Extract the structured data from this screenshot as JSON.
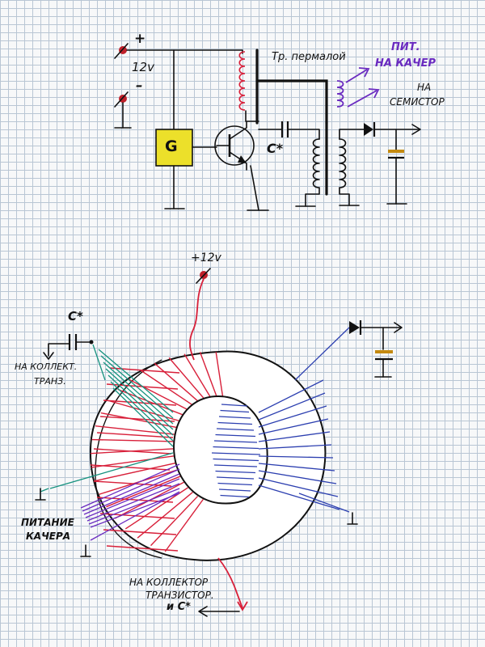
{
  "colors": {
    "ink": "#111111",
    "primary_winding": "#d8203a",
    "secondary_winding": "#2c3fb0",
    "collector_leads": "#16927f",
    "kacher_leads": "#6a2bc0",
    "generator_fill": "#ece02a",
    "grid": "#b9c6d4",
    "paper": "#f7f8f9"
  },
  "schematic": {
    "plus": "+",
    "minus": "–",
    "supply_voltage": "12v",
    "generator_letter": "G",
    "transformer_label": "Тр. пермалой",
    "capacitor_label": "C*",
    "output_power_line1": "ПИТ.",
    "output_power_line2": "НА КАЧЕР",
    "output_semistor_line1": "НА",
    "output_semistor_line2": "СЕМИСТОР"
  },
  "toroid": {
    "supply_label": "+12v",
    "capacitor_label": "C*",
    "collector_line1": "НА КОЛЛЕКТ.",
    "collector_line2": "ТРАНЗ.",
    "kacher_line1": "ПИТАНИЕ",
    "kacher_line2": "КАЧЕРА",
    "bottom_line1": "НА КОЛЛЕКТОР",
    "bottom_line2": "ТРАНЗИСТОР.",
    "bottom_line3": "и C*"
  }
}
